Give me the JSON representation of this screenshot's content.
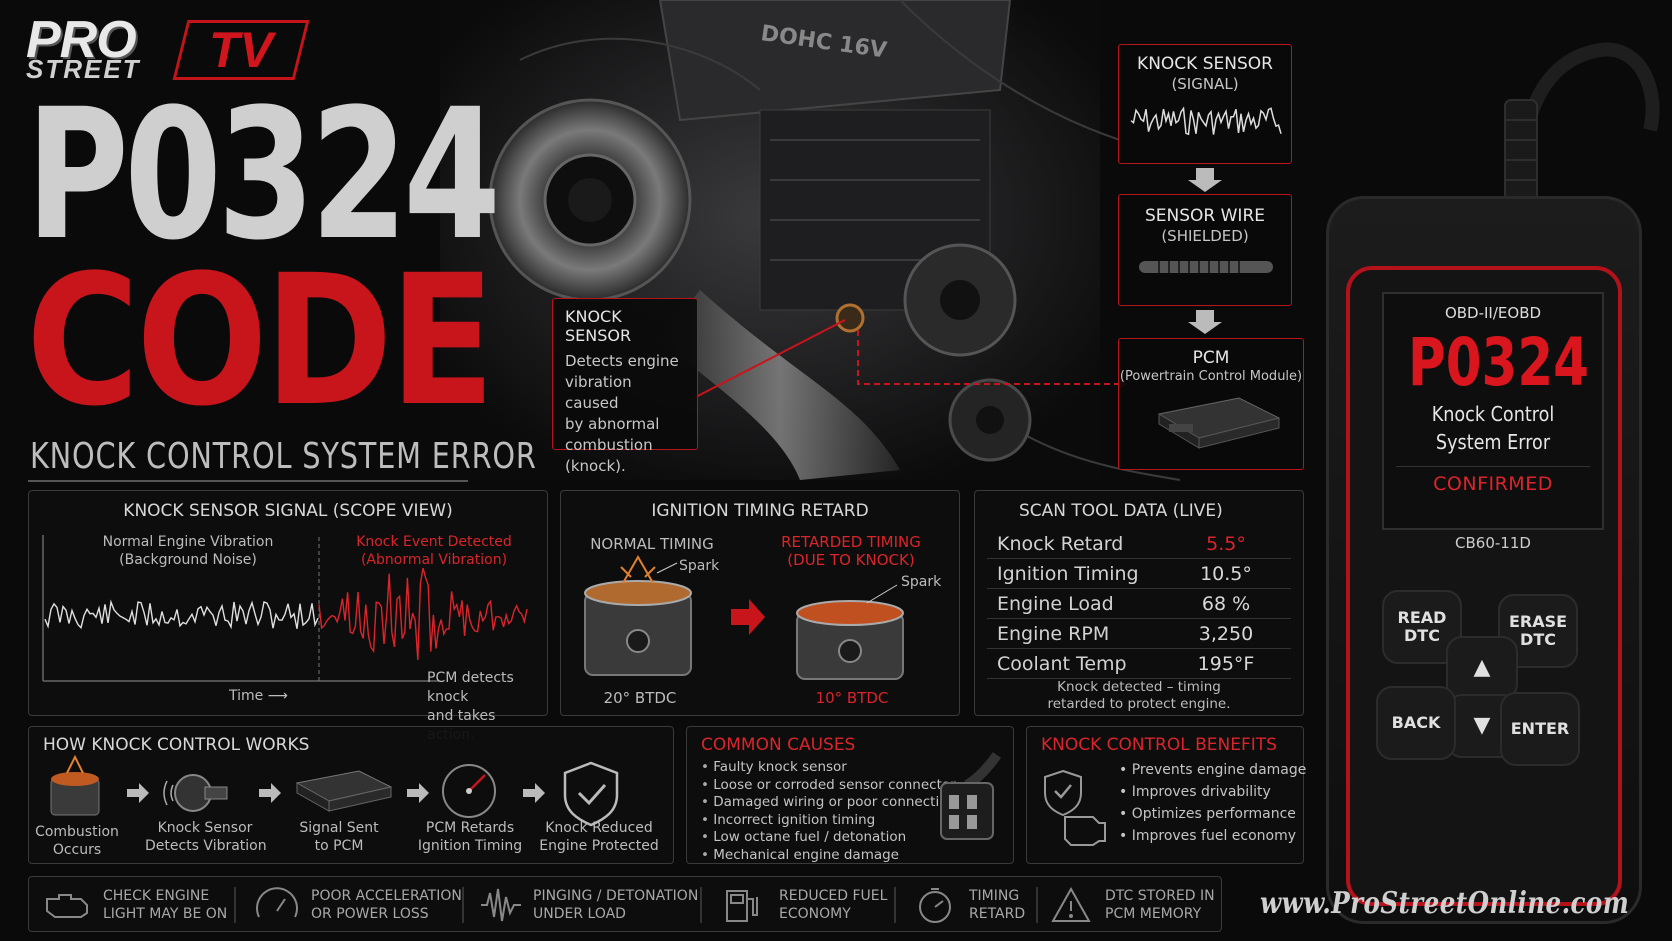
{
  "brand": {
    "pro": "PRO",
    "street": "STREET",
    "tv": "TV"
  },
  "headline": {
    "code": "P0324",
    "word": "CODE",
    "subtitle": "KNOCK CONTROL SYSTEM ERROR"
  },
  "engine": {
    "label": "DOHC 16V"
  },
  "callouts": {
    "knock_sensor": {
      "title": "KNOCK SENSOR",
      "lines": [
        "Detects engine",
        "vibration caused",
        "by abnormal",
        "combustion",
        "(knock)."
      ]
    },
    "signal": {
      "title": "KNOCK SENSOR",
      "sub": "(SIGNAL)"
    },
    "wire": {
      "title": "SENSOR WIRE",
      "sub": "(SHIELDED)"
    },
    "pcm": {
      "title": "PCM",
      "sub": "(Powertrain Control Module)"
    }
  },
  "scope": {
    "title": "KNOCK SENSOR SIGNAL (SCOPE VIEW)",
    "normal_l1": "Normal Engine Vibration",
    "normal_l2": "(Background Noise)",
    "knock_l1": "Knock Event Detected",
    "knock_l2": "(Abnormal Vibration)",
    "time": "Time ⟶",
    "note_l1": "PCM detects knock",
    "note_l2": "and takes action."
  },
  "timing": {
    "title": "IGNITION TIMING RETARD",
    "normal": "NORMAL TIMING",
    "retarded_l1": "RETARDED TIMING",
    "retarded_l2": "(DUE TO KNOCK)",
    "spark": "Spark",
    "normal_deg": "20° BTDC",
    "retarded_deg": "10° BTDC"
  },
  "scan": {
    "title": "SCAN TOOL DATA (LIVE)",
    "rows": [
      {
        "k": "Knock Retard",
        "v": "5.5°"
      },
      {
        "k": "Ignition Timing",
        "v": "10.5°"
      },
      {
        "k": "Engine Load",
        "v": "68 %"
      },
      {
        "k": "Engine RPM",
        "v": "3,250"
      },
      {
        "k": "Coolant Temp",
        "v": "195°F"
      }
    ],
    "note_l1": "Knock detected – timing",
    "note_l2": "retarded to protect engine."
  },
  "how": {
    "title": "HOW KNOCK CONTROL WORKS",
    "steps": [
      {
        "l1": "Combustion",
        "l2": "Occurs"
      },
      {
        "l1": "Knock Sensor",
        "l2": "Detects Vibration"
      },
      {
        "l1": "Signal Sent",
        "l2": "to PCM"
      },
      {
        "l1": "PCM Retards",
        "l2": "Ignition Timing"
      },
      {
        "l1": "Knock Reduced",
        "l2": "Engine Protected"
      }
    ]
  },
  "causes": {
    "title": "COMMON CAUSES",
    "items": [
      "Faulty knock sensor",
      "Loose or corroded sensor connector",
      "Damaged wiring or poor connection",
      "Incorrect ignition timing",
      "Low octane fuel / detonation",
      "Mechanical engine damage"
    ]
  },
  "benefits": {
    "title": "KNOCK CONTROL BENEFITS",
    "items": [
      "Prevents engine damage",
      "Improves drivability",
      "Optimizes performance",
      "Improves fuel economy"
    ]
  },
  "footer": [
    {
      "l1": "CHECK ENGINE",
      "l2": "LIGHT MAY BE ON",
      "icon": "check-engine-icon"
    },
    {
      "l1": "POOR ACCELERATION",
      "l2": "OR POWER LOSS",
      "icon": "gauge-icon"
    },
    {
      "l1": "PINGING / DETONATION",
      "l2": "UNDER LOAD",
      "icon": "waveform-icon"
    },
    {
      "l1": "REDUCED FUEL",
      "l2": "ECONOMY",
      "icon": "fuel-pump-icon"
    },
    {
      "l1": "TIMING",
      "l2": "RETARD",
      "icon": "timer-icon"
    },
    {
      "l1": "DTC STORED IN",
      "l2": "PCM MEMORY",
      "icon": "warning-icon"
    }
  ],
  "scanner": {
    "header": "OBD-II/EOBD",
    "code": "P0324",
    "desc_l1": "Knock Control",
    "desc_l2": "System Error",
    "status": "CONFIRMED",
    "model": "CB60-11D",
    "buttons": {
      "read_l1": "READ",
      "read_l2": "DTC",
      "erase_l1": "ERASE",
      "erase_l2": "DTC",
      "back": "BACK",
      "enter": "ENTER"
    }
  },
  "website": "www.ProStreetOnline.com",
  "colors": {
    "accent": "#c8141b",
    "background": "#0a0a0b"
  }
}
